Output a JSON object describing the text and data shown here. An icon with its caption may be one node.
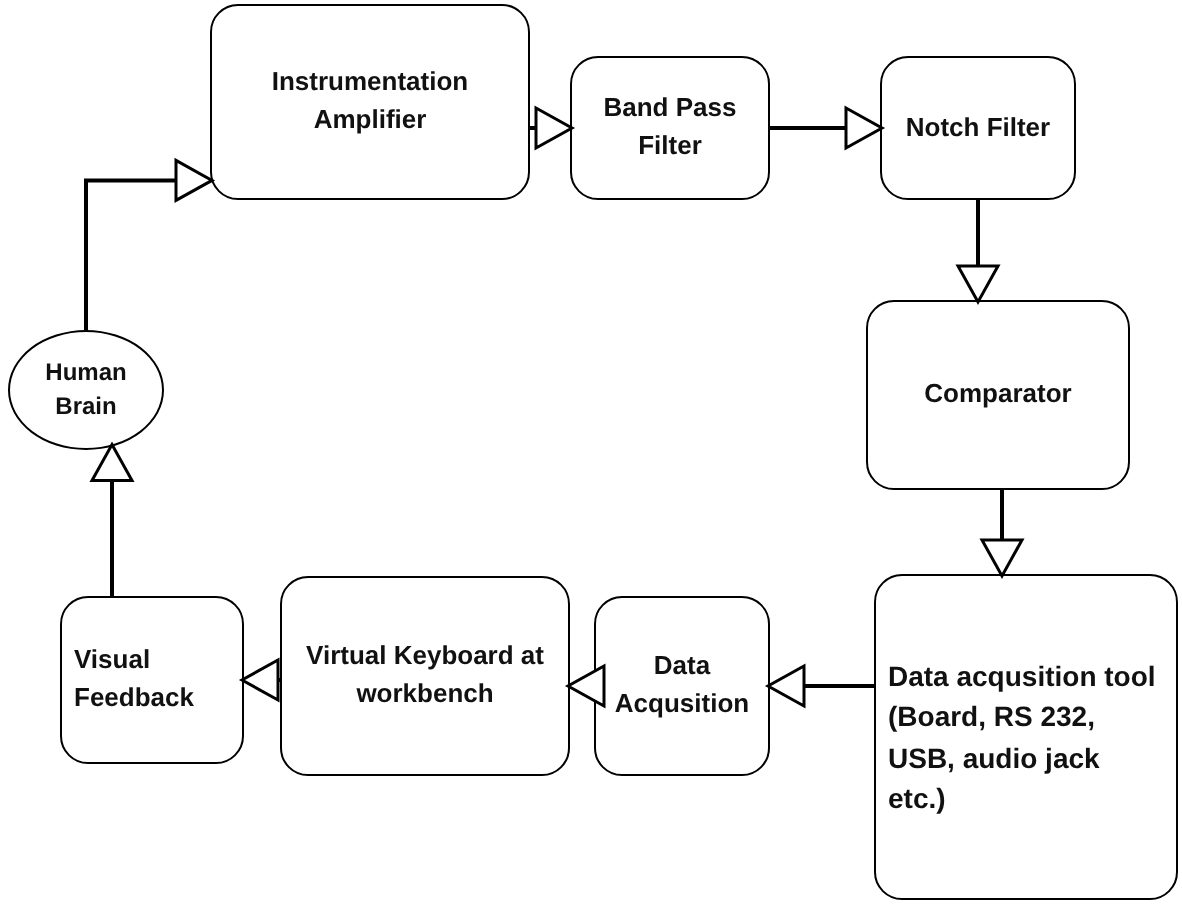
{
  "diagram": {
    "nodes": [
      {
        "text": [
          "Instrumentation Amplifier"
        ]
      },
      {
        "text": [
          "Band Pass Filter"
        ]
      },
      {
        "text": [
          "Notch Filter"
        ]
      },
      {
        "text": [
          "Comparator"
        ]
      },
      {
        "text": [
          "Data acqusition tool (Board, RS 232, USB, audio jack etc.)"
        ]
      },
      {
        "text": [
          "Data Acqusition"
        ]
      },
      {
        "text": [
          "Virtual Keyboard at workbench"
        ]
      },
      {
        "text": [
          "Visual Feedback"
        ]
      },
      {
        "text": [
          "Human Brain"
        ]
      }
    ],
    "edges": [
      {
        "from": 8,
        "to": 0,
        "arrow": "to"
      },
      {
        "from": 0,
        "to": 1,
        "arrow": "to"
      },
      {
        "from": 1,
        "to": 2,
        "arrow": "to"
      },
      {
        "from": 2,
        "to": 3,
        "arrow": "to"
      },
      {
        "from": 3,
        "to": 4,
        "arrow": "to"
      },
      {
        "from": 4,
        "to": 5,
        "arrow": "to"
      },
      {
        "from": 5,
        "to": 6,
        "arrow": "to"
      },
      {
        "from": 6,
        "to": 7,
        "arrow": "to"
      },
      {
        "from": 7,
        "to": 8,
        "arrow": "to"
      }
    ]
  }
}
